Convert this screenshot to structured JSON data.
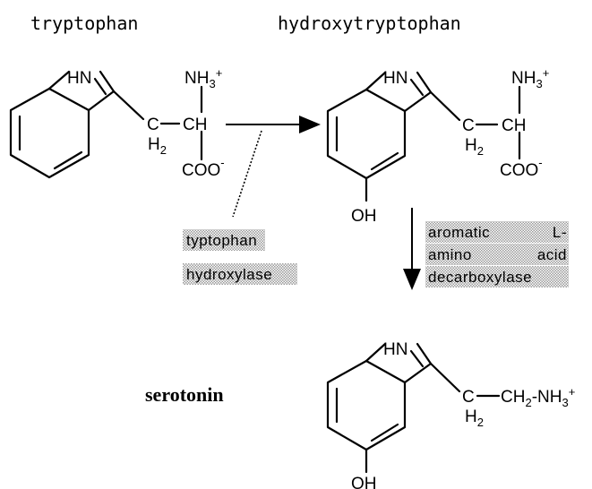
{
  "labels": {
    "tryptophan": "tryptophan",
    "hydroxytryptophan": "hydroxytryptophan",
    "serotonin": "serotonin"
  },
  "atoms": {
    "hn": "HN",
    "nh3": "NH",
    "nh3_sub": "3",
    "plus": "+",
    "c": "C",
    "ch": "CH",
    "h2": "H",
    "h2_sub": "2",
    "coo": "COO",
    "minus": "-",
    "oh": "OH",
    "ch2": "CH",
    "ch2_sub": "2",
    "nh3_dash": "-NH"
  },
  "enzymes": {
    "hydroxylase_line1": "typtophan",
    "hydroxylase_line2": "hydroxylase",
    "decarboxylase_line1_a": "aromatic",
    "decarboxylase_line1_b": "L-",
    "decarboxylase_line2_a": "amino",
    "decarboxylase_line2_b": "acid",
    "decarboxylase_line3": "decarboxylase"
  },
  "colors": {
    "enzyme_shade": "#dcdcdc",
    "ink": "#000000"
  }
}
